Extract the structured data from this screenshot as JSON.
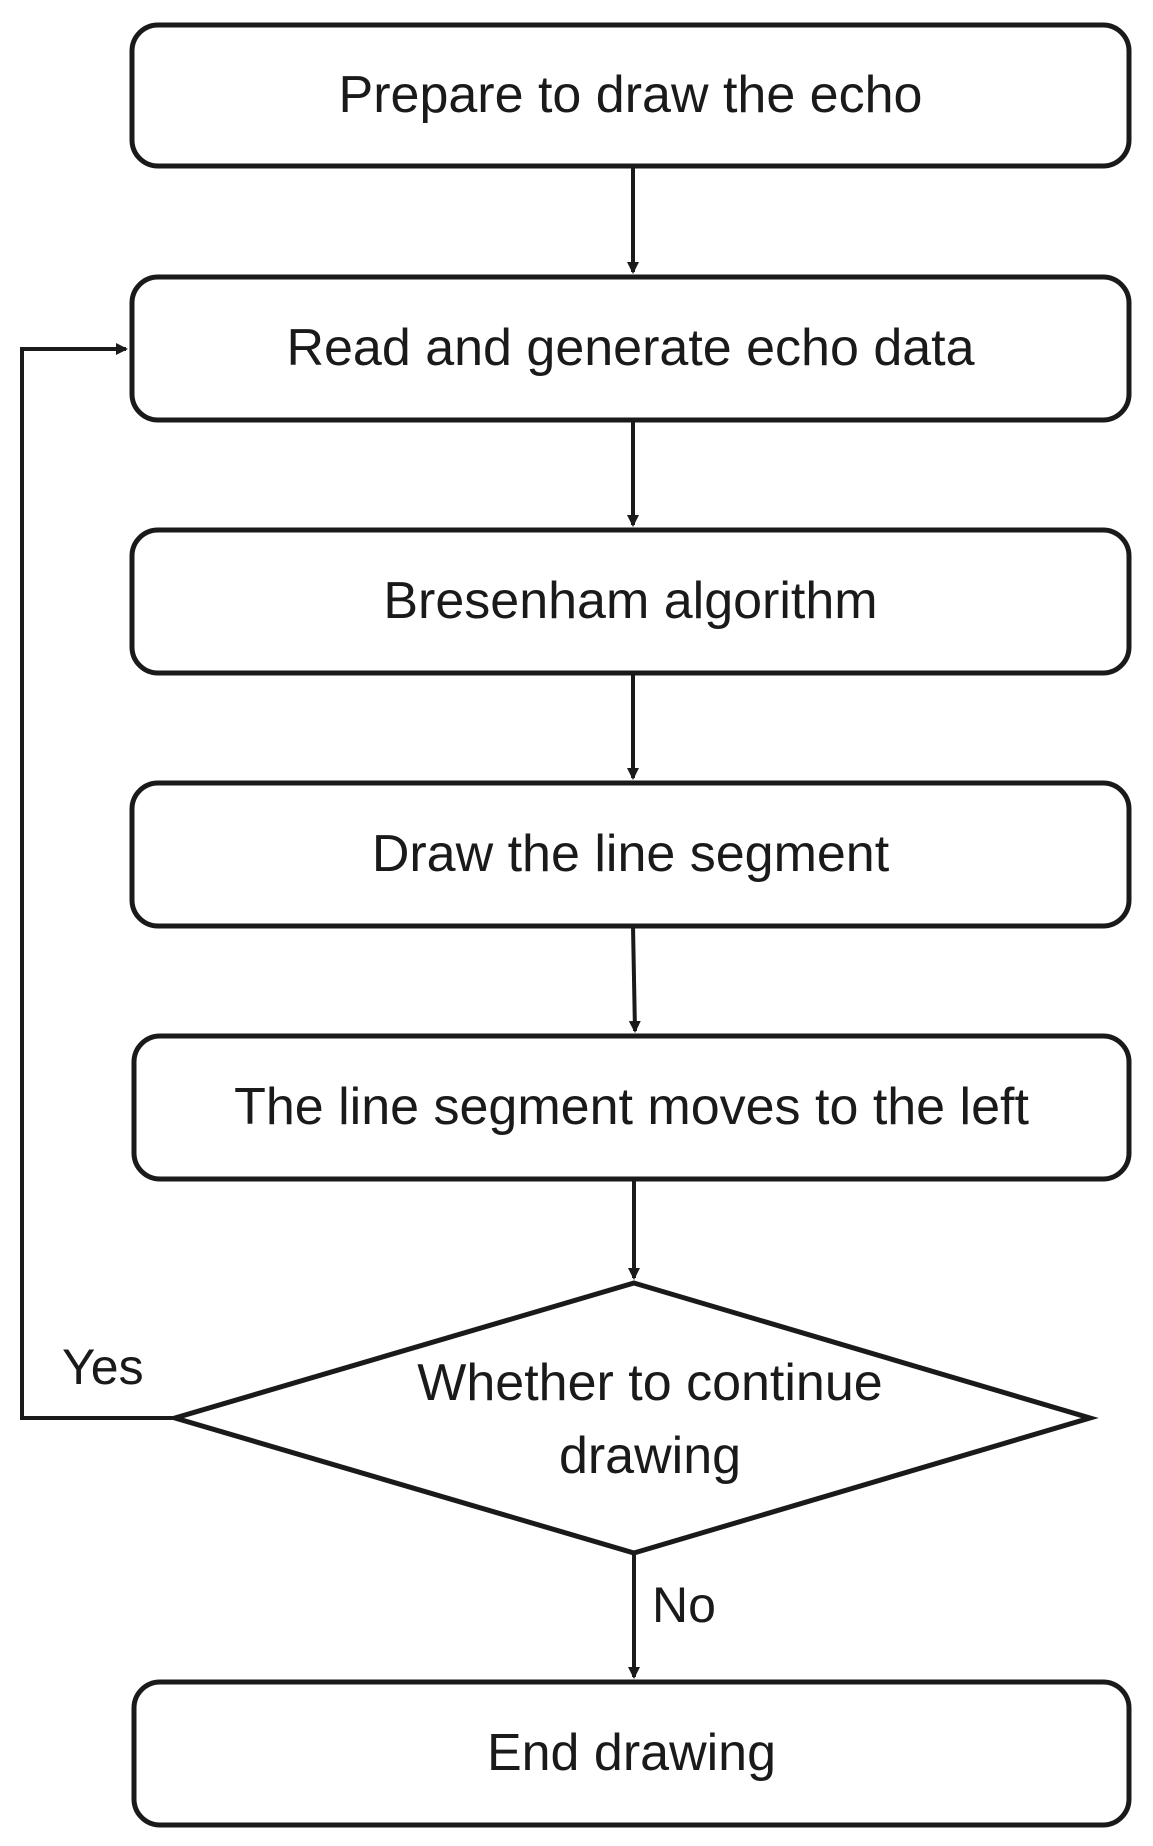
{
  "flowchart": {
    "steps": [
      {
        "id": "prepare",
        "label": "Prepare to draw the echo"
      },
      {
        "id": "read",
        "label": "Read and generate echo data"
      },
      {
        "id": "bresenham",
        "label": "Bresenham algorithm"
      },
      {
        "id": "draw",
        "label": "Draw the line segment"
      },
      {
        "id": "move",
        "label": "The line segment moves to the left"
      }
    ],
    "decision": {
      "label": "Whether to continue drawing"
    },
    "end": {
      "label": "End drawing"
    },
    "branches": {
      "yes": "Yes",
      "no": "No"
    }
  }
}
